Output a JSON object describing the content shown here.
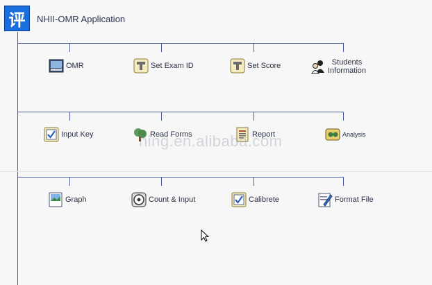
{
  "app": {
    "title": "NHII-OMR Application",
    "logo_glyph": "评"
  },
  "row1": [
    {
      "label": "OMR",
      "icon": "scanner-icon"
    },
    {
      "label": "Set Exam ID",
      "icon": "stamp-icon"
    },
    {
      "label": "Set Score",
      "icon": "stamp-icon"
    },
    {
      "label_line1": "Students",
      "label_line2": "Information",
      "icon": "people-icon"
    }
  ],
  "row2": [
    {
      "label": "Input Key",
      "icon": "checkbox-icon"
    },
    {
      "label": "Read Forms",
      "icon": "tree-icon"
    },
    {
      "label": "Report",
      "icon": "report-icon"
    },
    {
      "label": "Analysis",
      "icon": "analysis-icon"
    }
  ],
  "row3": [
    {
      "label": "Graph",
      "icon": "graph-icon"
    },
    {
      "label": "Count & Input",
      "icon": "dial-icon"
    },
    {
      "label": "Calibrete",
      "icon": "checkbox-icon"
    },
    {
      "label": "Format File",
      "icon": "pencil-file-icon"
    }
  ],
  "watermark": "hing.en.alibaba.com",
  "colors": {
    "accent": "#1a6fdf",
    "tree_line": "#4a5a9a",
    "background": "#f6f7f6"
  }
}
